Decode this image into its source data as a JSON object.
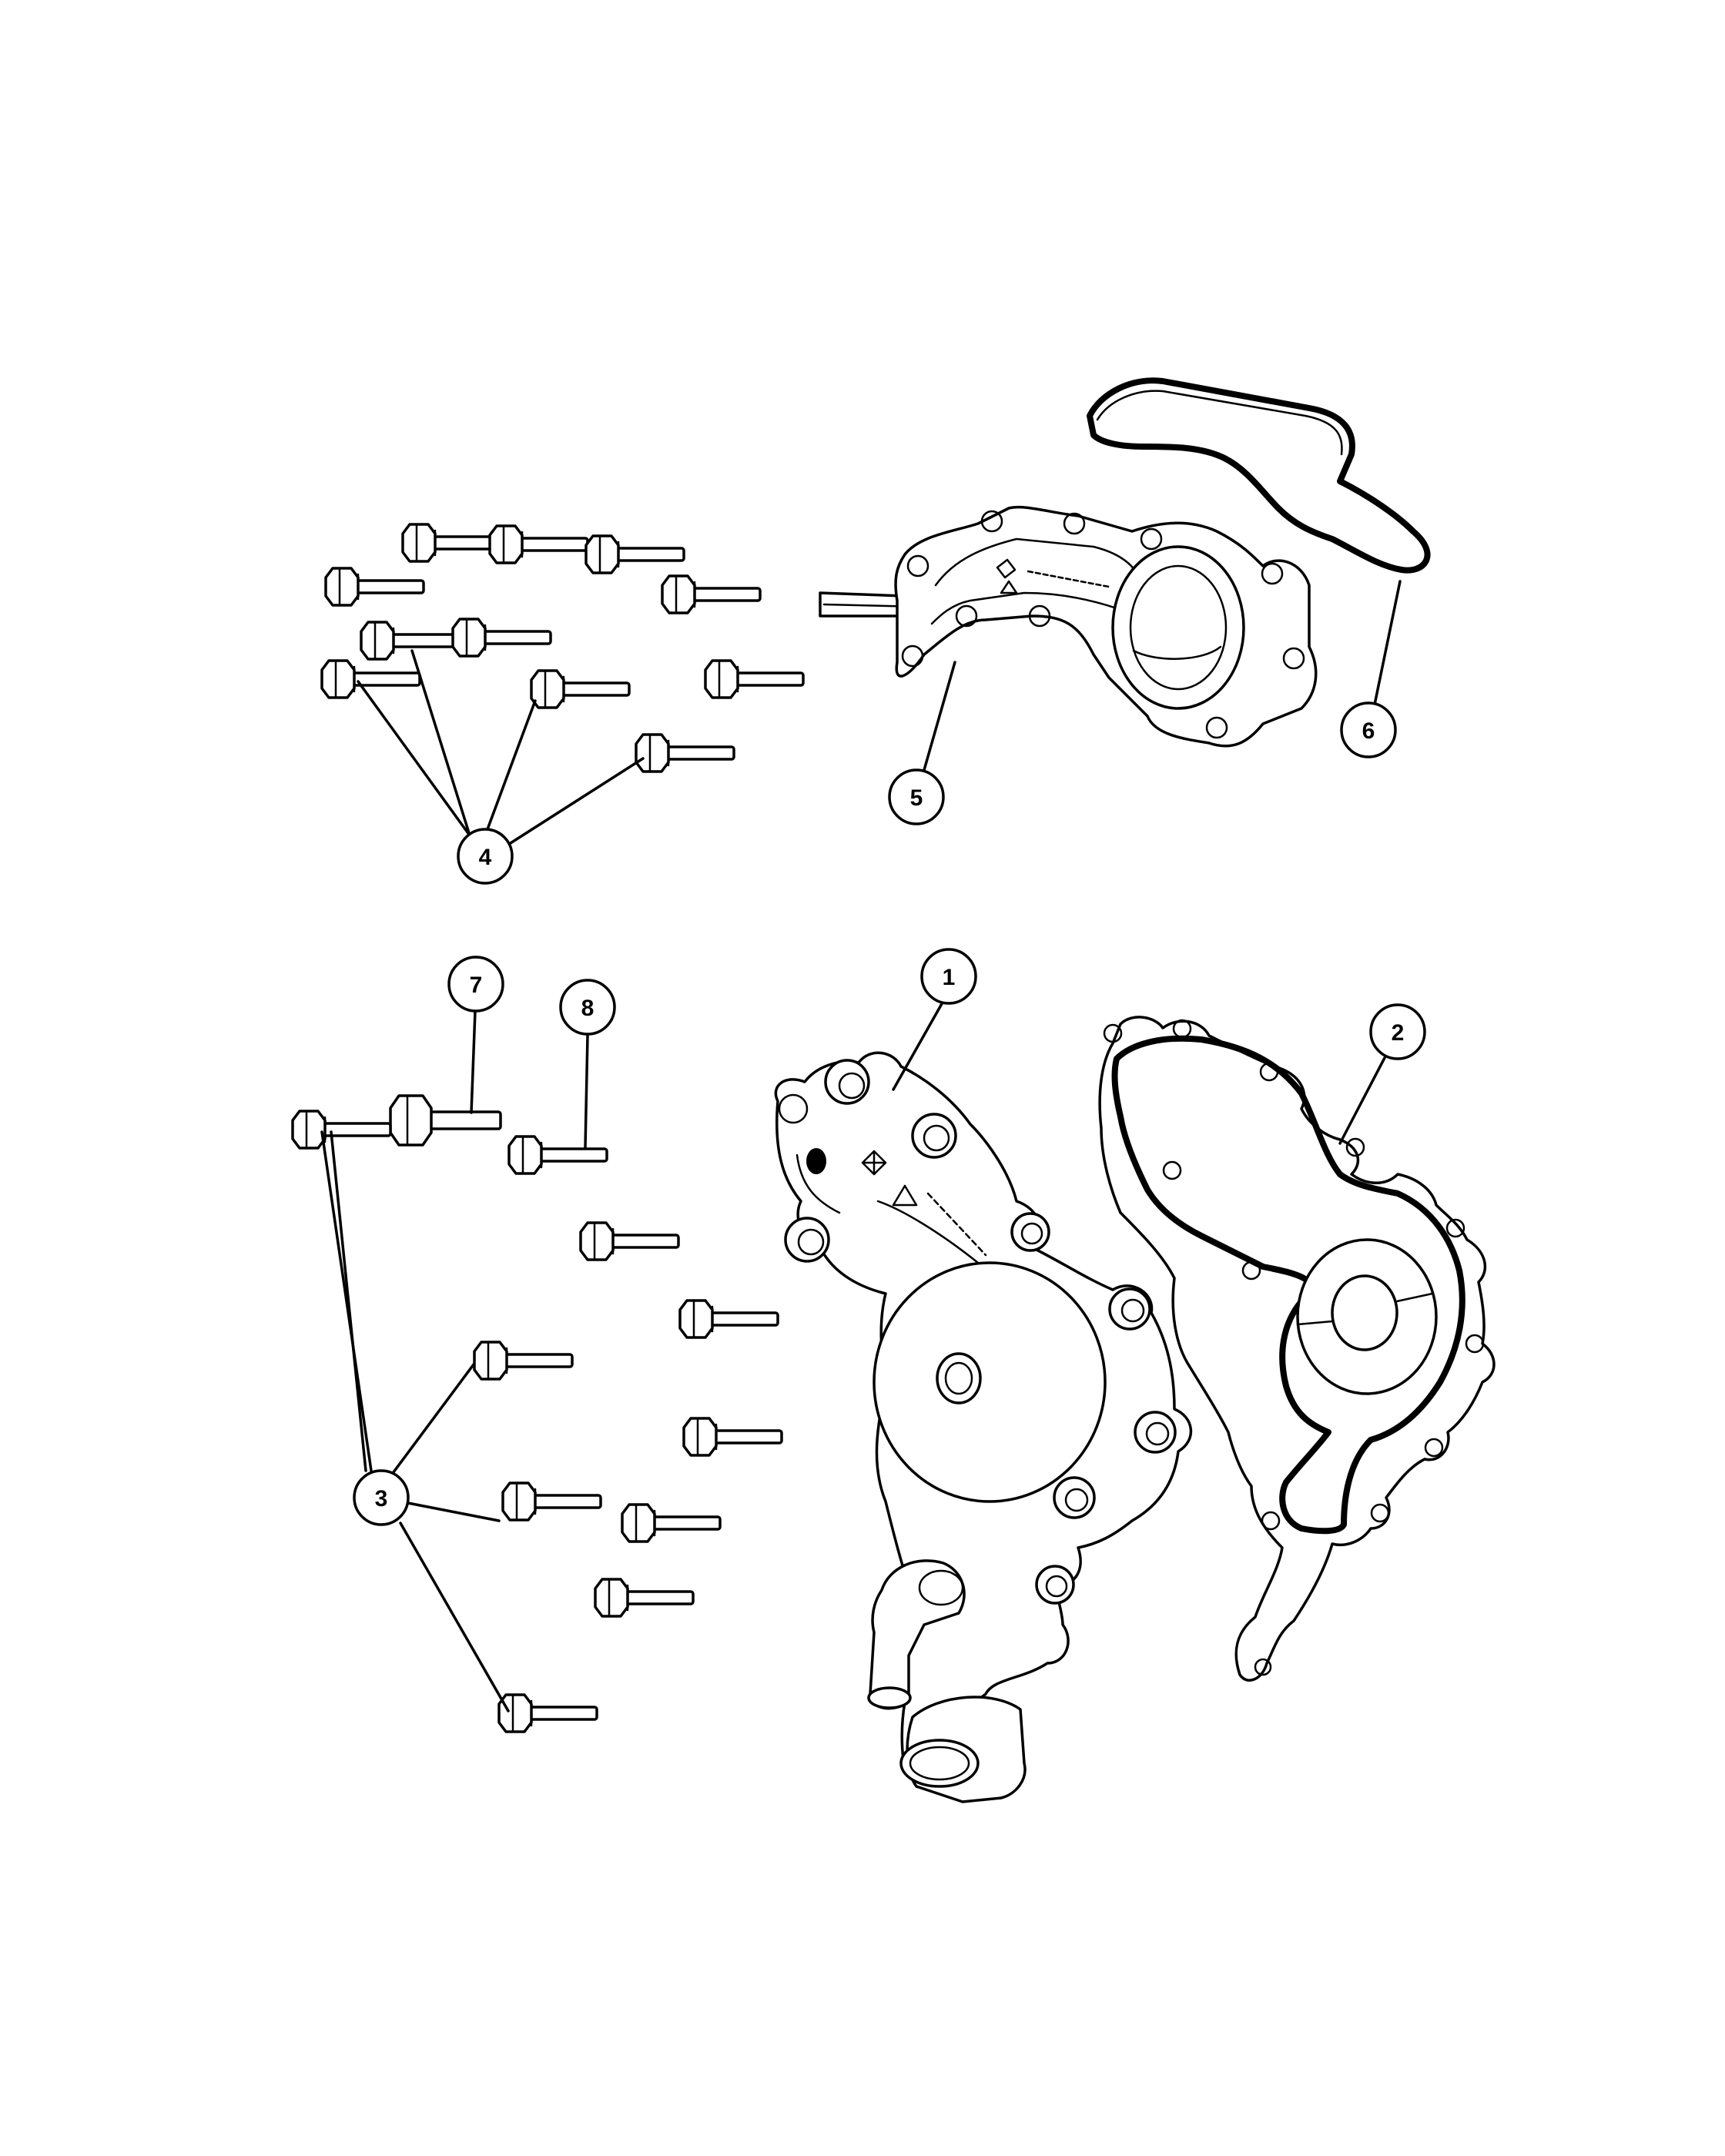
{
  "diagram": {
    "callouts": [
      {
        "id": "1",
        "label": "1",
        "part": "water-pump"
      },
      {
        "id": "2",
        "label": "2",
        "part": "water-pump-gasket"
      },
      {
        "id": "3",
        "label": "3",
        "part": "water-pump-bolts"
      },
      {
        "id": "4",
        "label": "4",
        "part": "housing-bolts"
      },
      {
        "id": "5",
        "label": "5",
        "part": "water-outlet-housing"
      },
      {
        "id": "6",
        "label": "6",
        "part": "housing-gasket"
      },
      {
        "id": "7",
        "label": "7",
        "part": "stud-bolt"
      },
      {
        "id": "8",
        "label": "8",
        "part": "bolt"
      }
    ]
  }
}
